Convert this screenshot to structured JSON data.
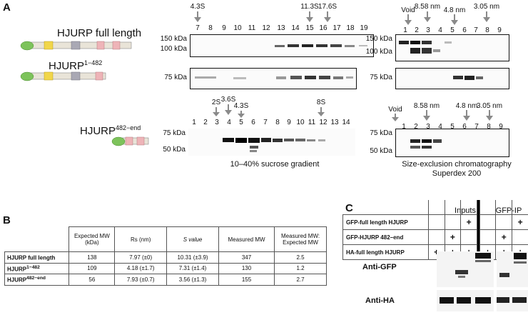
{
  "panel_a": {
    "letter": "A",
    "sucrose_caption": "10–40% sucrose gradient",
    "sec_caption_line1": "Size-exclusion chromatography",
    "sec_caption_line2": "Superdex 200",
    "fl": {
      "name": "HJURP full length",
      "sucrose_markers": [
        "4.3S",
        "11.3S",
        "17.6S"
      ],
      "sucrose_lanes": [
        "7",
        "8",
        "9",
        "10",
        "11",
        "12",
        "13",
        "14",
        "15",
        "16",
        "17",
        "18",
        "19"
      ],
      "sucrose_kda": [
        "150 kDa",
        "100 kDa"
      ],
      "sec_markers": [
        "Void",
        "8.58 nm",
        "4.8 nm",
        "3.05 nm"
      ],
      "sec_lanes": [
        "1",
        "2",
        "3",
        "4",
        "5",
        "6",
        "7",
        "8",
        "9"
      ],
      "sec_kda": [
        "150 kDa",
        "100 kDa"
      ]
    },
    "n482": {
      "name_main": "HJURP",
      "name_sup": "1−482",
      "sucrose_kda": "75 kDa",
      "sec_kda": "75 kDa"
    },
    "c482": {
      "name_main": "HJURP",
      "name_sup": "482−end",
      "sucrose_markers": [
        "2S",
        "3.6S",
        "4.3S",
        "8S"
      ],
      "sucrose_lanes": [
        "1",
        "2",
        "3",
        "4",
        "5",
        "6",
        "7",
        "8",
        "9",
        "10",
        "11",
        "12",
        "13",
        "14"
      ],
      "sucrose_kda": [
        "75 kDa",
        "50 kDa"
      ],
      "sec_markers": [
        "Void",
        "8.58 nm",
        "4.8 nm",
        "3.05 nm"
      ],
      "sec_lanes": [
        "1",
        "2",
        "3",
        "4",
        "5",
        "6",
        "7",
        "8",
        "9"
      ],
      "sec_kda": [
        "75 kDa",
        "50 kDa"
      ]
    }
  },
  "panel_b": {
    "letter": "B",
    "headers": [
      "Expected MW (kDa)",
      "Rs (nm)",
      "S value",
      "Measured MW",
      "Measured MW: Expected MW"
    ],
    "rows": [
      {
        "name": "HJURP full length",
        "name_sup": "",
        "cells": [
          "138",
          "7.97 (±0)",
          "10.31 (±3.9)",
          "347",
          "2.5"
        ]
      },
      {
        "name": "HJURP",
        "name_sup": "1−482",
        "cells": [
          "109",
          "4.18 (±1.7)",
          "7.31 (±1.4)",
          "130",
          "1.2"
        ]
      },
      {
        "name": "HJURP",
        "name_sup": "482−end",
        "cells": [
          "56",
          "7.93 (±0.7)",
          "3.56 (±1.3)",
          "155",
          "2.7"
        ]
      }
    ]
  },
  "panel_c": {
    "letter": "C",
    "inputs_header": "Inputs",
    "ip_header": "GFP-IP",
    "rows": [
      {
        "label": "GFP-full length HJURP",
        "marks": [
          "",
          "",
          "+",
          "",
          "",
          "+"
        ]
      },
      {
        "label": "GFP-HJURP 482–end",
        "marks": [
          "",
          "+",
          "",
          "",
          "+",
          ""
        ]
      },
      {
        "label": "HA-full length HJURP",
        "marks": [
          "+",
          "+",
          "+",
          "+",
          "+",
          "+"
        ]
      }
    ],
    "antibodies": [
      "Anti-GFP",
      "Anti-HA"
    ]
  }
}
